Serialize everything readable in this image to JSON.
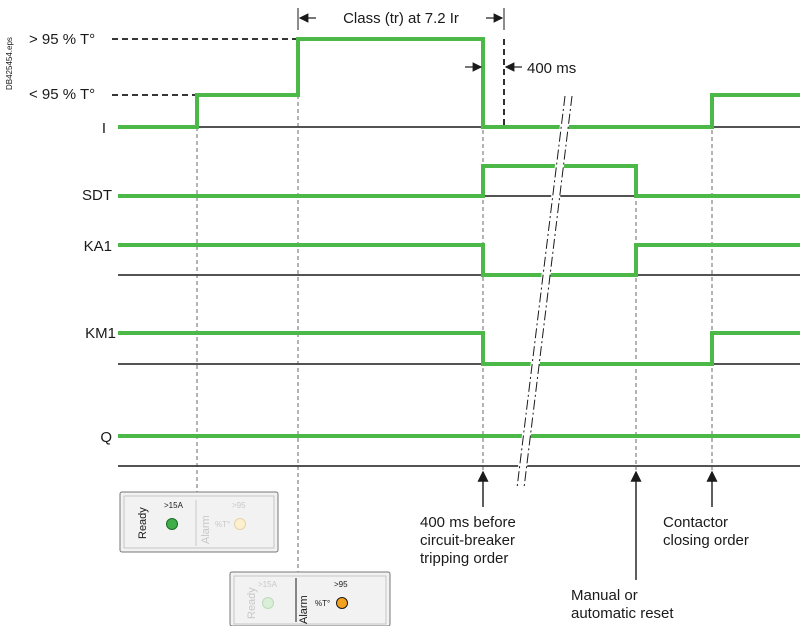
{
  "doc_id": "DB425454.eps",
  "levels": {
    "high": "> 95 % T°",
    "low": "< 95 % T°"
  },
  "signals": [
    "I",
    "SDT",
    "KA1",
    "KM1",
    "Q"
  ],
  "class_label": "Class (tr) at 7.2 Ir",
  "delay_label": "400 ms",
  "events": {
    "tripping": "400 ms before\ncircuit-breaker\ntripping order",
    "reset": "Manual or\nautomatic reset",
    "closing": "Contactor\nclosing order"
  },
  "panel1": {
    "ready": "Ready",
    "current": ">15A",
    "alarm": "Alarm",
    "threshold": ">95",
    "unit": "%T°"
  },
  "panel2": {
    "ready": "Ready",
    "current": ">15A",
    "alarm": "Alarm",
    "threshold": ">95",
    "unit": "%T°"
  },
  "colors": {
    "signal": "#4cb848",
    "led_green": "#3fae49",
    "led_amber": "#f4a21e"
  }
}
